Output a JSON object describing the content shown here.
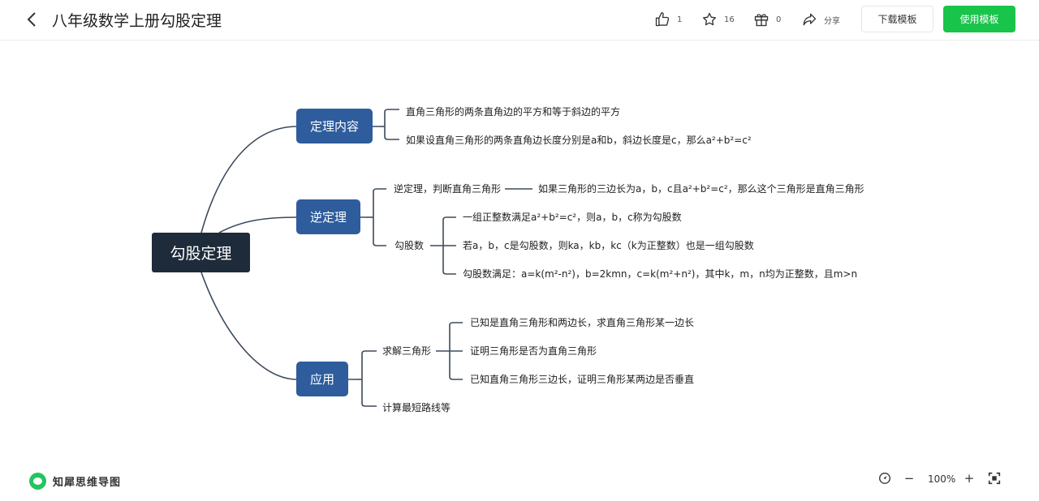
{
  "header": {
    "title": "八年级数学上册勾股定理",
    "likes": "1",
    "stars": "16",
    "gifts": "0",
    "share_label": "分享",
    "download_label": "下载模板",
    "use_label": "使用模板"
  },
  "mindmap": {
    "root": "勾股定理",
    "branches": [
      {
        "label": "定理内容",
        "items": [
          "直角三角形的两条直角边的平方和等于斜边的平方",
          "如果设直角三角形的两条直角边长度分别是a和b，斜边长度是c，那么a²+b²=c²"
        ]
      },
      {
        "label": "逆定理",
        "sub1": "逆定理，判断直角三角形",
        "sub1_detail": "如果三角形的三边长为a，b，c且a²+b²=c²，那么这个三角形是直角三角形",
        "sub2": "勾股数",
        "sub2_items": [
          "一组正整数满足a²+b²=c²，则a，b，c称为勾股数",
          "若a，b，c是勾股数，则ka，kb，kc（k为正整数）也是一组勾股数",
          "勾股数满足：a=k(m²-n²)，b=2kmn，c=k(m²+n²)，其中k，m，n均为正整数，且m>n"
        ]
      },
      {
        "label": "应用",
        "sub1": "求解三角形",
        "sub1_items": [
          "已知是直角三角形和两边长，求直角三角形某一边长",
          "证明三角形是否为直角三角形",
          "已知直角三角形三边长，证明三角形某两边是否垂直"
        ],
        "sub2": "计算最短路线等"
      }
    ]
  },
  "footer": {
    "brand": "知犀思维导图",
    "zoom": "100%",
    "zoom_out": "−",
    "zoom_in": "+"
  },
  "icons": [
    "back-icon",
    "like-icon",
    "star-icon",
    "gift-icon",
    "share-icon",
    "locate-icon",
    "fit-screen-icon"
  ],
  "colors": {
    "root": "#1e2b3a",
    "main": "#2e5c9c",
    "accent": "#19c44a",
    "line": "#3d4a5c"
  }
}
